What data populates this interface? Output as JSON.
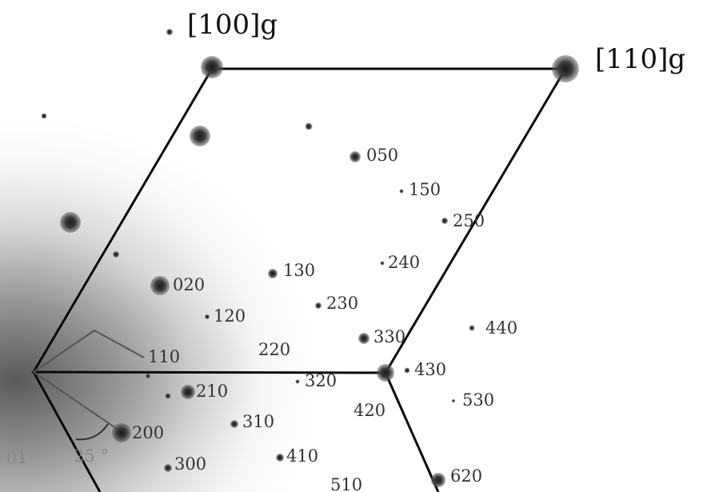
{
  "zone_labels": {
    "g100": "[100]g",
    "g110": "[110]g"
  },
  "angle": {
    "value_label": "25 °",
    "partial_label": "01"
  },
  "spots": [
    {
      "id": "020",
      "label": "020"
    },
    {
      "id": "120",
      "label": "120"
    },
    {
      "id": "130",
      "label": "130"
    },
    {
      "id": "230",
      "label": "230"
    },
    {
      "id": "220",
      "label": "220"
    },
    {
      "id": "110",
      "label": "110"
    },
    {
      "id": "050",
      "label": "050"
    },
    {
      "id": "150",
      "label": "150"
    },
    {
      "id": "250",
      "label": "250"
    },
    {
      "id": "240",
      "label": "240"
    },
    {
      "id": "330",
      "label": "330"
    },
    {
      "id": "440",
      "label": "440"
    },
    {
      "id": "430",
      "label": "430"
    },
    {
      "id": "530",
      "label": "530"
    },
    {
      "id": "420",
      "label": "420"
    },
    {
      "id": "320",
      "label": "320"
    },
    {
      "id": "210",
      "label": "210"
    },
    {
      "id": "310",
      "label": "310"
    },
    {
      "id": "200",
      "label": "200"
    },
    {
      "id": "300",
      "label": "300"
    },
    {
      "id": "410",
      "label": "410"
    },
    {
      "id": "510",
      "label": "510"
    },
    {
      "id": "620",
      "label": "620"
    }
  ]
}
